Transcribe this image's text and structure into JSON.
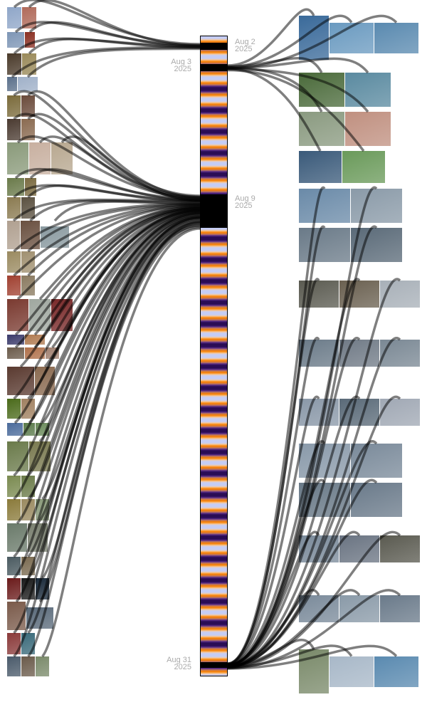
{
  "timeline": {
    "labels": [
      {
        "date": "Aug 2",
        "year": "2025",
        "side": "right",
        "day": 2.05
      },
      {
        "date": "Aug 3",
        "year": "2025",
        "side": "left",
        "day": 3.0
      },
      {
        "date": "Aug 9",
        "year": "2025",
        "side": "right",
        "day": 9.4
      },
      {
        "date": "Aug 31",
        "year": "2025",
        "side": "left",
        "day": 31.0
      }
    ],
    "band_colors": {
      "night": "#2a0c55",
      "twilight": "#f57c00",
      "day": "#c5cdf5"
    },
    "link_color": "#000000"
  },
  "left_photos": [
    {
      "colors": [
        "#8fa6c8",
        "#b06a5a"
      ],
      "day": 2.0
    },
    {
      "colors": [
        "#7d95b5",
        "#8a2f22"
      ],
      "day": 2.05
    },
    {
      "colors": [
        "#4a3a2a",
        "#9a8a5a"
      ],
      "day": 2.1
    },
    {
      "colors": [
        "#5a6f8a",
        "#9fb0c8"
      ],
      "day": 2.15
    },
    {
      "colors": [
        "#7a6a3a",
        "#6a4a3a"
      ],
      "day": 9.1
    },
    {
      "colors": [
        "#4a3a30",
        "#8a6a50"
      ],
      "day": 9.15
    },
    {
      "colors": [
        "#8a9a7a",
        "#c8b0a0",
        "#b8a890"
      ],
      "day": 9.2
    },
    {
      "colors": [
        "#6a7a4a",
        "#7a6a40"
      ],
      "day": 9.25
    },
    {
      "colors": [
        "#8a7a50",
        "#5a5040"
      ],
      "day": 9.3
    },
    {
      "colors": [
        "#b0a090",
        "#6a5040",
        "#8a9aa0"
      ],
      "day": 9.35
    },
    {
      "colors": [
        "#9a8a60",
        "#a09070"
      ],
      "day": 9.45
    },
    {
      "colors": [
        "#a04030",
        "#8a7a60"
      ],
      "day": 9.5
    },
    {
      "colors": [
        "#7a3a30",
        "#a0a8a0",
        "#7a2a2a"
      ],
      "day": 9.55
    },
    {
      "colors": [
        "#3a3a6a",
        "#b07a50"
      ],
      "day": 9.6
    },
    {
      "colors": [
        "#6a5a4a",
        "#b0704a",
        "#a08070"
      ],
      "day": 9.65
    },
    {
      "colors": [
        "#5a3a30",
        "#8a6a50"
      ],
      "day": 9.7
    },
    {
      "colors": [
        "#4a6a1a",
        "#a08060"
      ],
      "day": 9.75
    },
    {
      "colors": [
        "#4a6a9a",
        "#5a7a4a",
        "#6a8a5a"
      ],
      "day": 9.8
    },
    {
      "colors": [
        "#6a7a4a",
        "#7a7a50"
      ],
      "day": 9.85
    },
    {
      "colors": [
        "#7a8a50",
        "#6a7a48"
      ],
      "day": 9.9
    },
    {
      "colors": [
        "#8a7a3a",
        "#9a8a60",
        "#8a9a7a"
      ],
      "day": 10.0
    },
    {
      "colors": [
        "#6a7a6a",
        "#7a8070"
      ],
      "day": 10.05
    },
    {
      "colors": [
        "#4a5a60",
        "#7a6a50"
      ],
      "day": 10.1
    },
    {
      "colors": [
        "#6a1a1a",
        "#1a1a1a",
        "#1a2a3a"
      ],
      "day": 10.2
    },
    {
      "colors": [
        "#7a5a4a",
        "#5a6a7a"
      ],
      "day": 10.3
    },
    {
      "colors": [
        "#8a3a3a",
        "#3a6a7a"
      ],
      "day": 10.4
    },
    {
      "colors": [
        "#4a5a6a",
        "#6a5a4a",
        "#7a8a6a"
      ],
      "day": 10.5
    }
  ],
  "right_photos": [
    {
      "colors": [
        "#3a6a9a",
        "#6a9ac0",
        "#5a8ab0"
      ],
      "day": 3.0
    },
    {
      "colors": [
        "#4a6a3a",
        "#5a8aa0"
      ],
      "day": 3.05
    },
    {
      "colors": [
        "#8a9a80",
        "#c09080"
      ],
      "day": 3.1
    },
    {
      "colors": [
        "#3a5a7a",
        "#6a9a5a"
      ],
      "day": 3.15
    },
    {
      "colors": [
        "#6a8aa8",
        "#8a9aa8"
      ],
      "day": 31.0
    },
    {
      "colors": [
        "#6a7a88",
        "#5a6a78"
      ],
      "day": 31.0
    },
    {
      "colors": [
        "#5a5a50",
        "#6a6050",
        "#a8b0b8"
      ],
      "day": 31.02
    },
    {
      "colors": [
        "#6a7a88",
        "#707a86",
        "#7a8894"
      ],
      "day": 31.02
    },
    {
      "colors": [
        "#8a98a8",
        "#5a6a78",
        "#a0a8b4"
      ],
      "day": 31.04
    },
    {
      "colors": [
        "#8a9aaa",
        "#7a8a9a"
      ],
      "day": 31.04
    },
    {
      "colors": [
        "#6a7a88",
        "#6a7a8a"
      ],
      "day": 31.06
    },
    {
      "colors": [
        "#7a8a9a",
        "#6a7482",
        "#5a5a50"
      ],
      "day": 31.06
    },
    {
      "colors": [
        "#7a8a9a",
        "#8a9aa8",
        "#6a7a8a"
      ],
      "day": 31.08
    },
    {
      "colors": [
        "#7a8a6a",
        "#a8b8c8",
        "#5a8ab0"
      ],
      "day": 31.1
    }
  ]
}
